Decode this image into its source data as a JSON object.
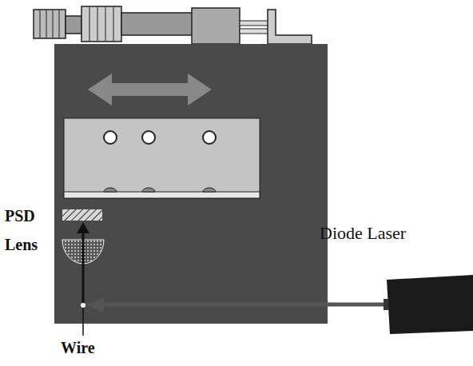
{
  "diagram": {
    "labels": [
      "PSD",
      "Lens",
      "Diode Laser",
      "Wire"
    ]
  }
}
